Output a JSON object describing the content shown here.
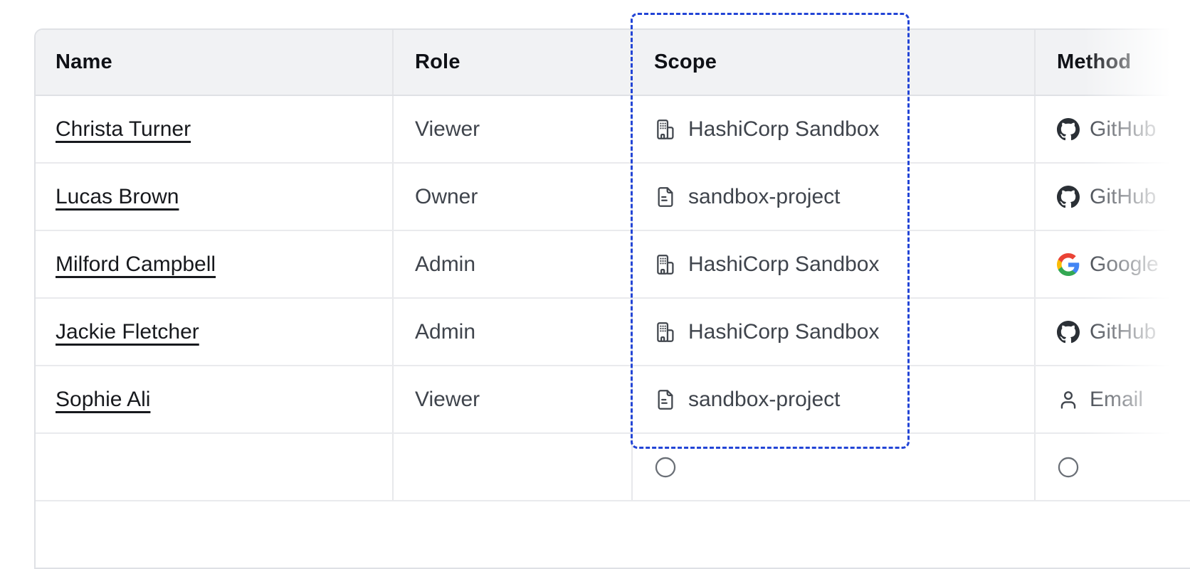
{
  "table": {
    "columns": [
      {
        "label": "Name"
      },
      {
        "label": "Role"
      },
      {
        "label": "Scope"
      },
      {
        "label": "Method"
      }
    ],
    "rows": [
      {
        "name": "Christa Turner",
        "role": "Viewer",
        "scope_icon": "org-building-icon",
        "scope_label": "HashiCorp Sandbox",
        "method_icon": "github-icon",
        "method_label": "GitHub"
      },
      {
        "name": "Lucas Brown",
        "role": "Owner",
        "scope_icon": "file-text-icon",
        "scope_label": "sandbox-project",
        "method_icon": "github-icon",
        "method_label": "GitHub"
      },
      {
        "name": "Milford Campbell",
        "role": "Admin",
        "scope_icon": "org-building-icon",
        "scope_label": "HashiCorp Sandbox",
        "method_icon": "google-icon",
        "method_label": "Google"
      },
      {
        "name": "Jackie Fletcher",
        "role": "Admin",
        "scope_icon": "org-building-icon",
        "scope_label": "HashiCorp Sandbox",
        "method_icon": "github-icon",
        "method_label": "GitHub"
      },
      {
        "name": "Sophie Ali",
        "role": "Viewer",
        "scope_icon": "file-text-icon",
        "scope_label": "sandbox-project",
        "method_icon": "person-icon",
        "method_label": "Email"
      },
      {
        "name": "",
        "role": "",
        "scope_icon": "partial-circle-icon",
        "scope_label": "",
        "method_icon": "partial-circle-icon",
        "method_label": ""
      }
    ]
  },
  "highlight": {
    "target_column": "Scope",
    "border_style": "dashed",
    "color": "#2345d6"
  },
  "colors": {
    "header_bg": "#f1f2f4",
    "row_border": "#e9eaed",
    "card_border": "#dfe1e5",
    "header_text": "#0f1116",
    "body_text": "#3f444c",
    "name_text": "#17191d",
    "icon_stroke": "#41464d",
    "github_fill": "#2b3036",
    "google_blue": "#4285F4",
    "google_green": "#34A853",
    "google_yellow": "#FBBC05",
    "google_red": "#EA4335"
  }
}
